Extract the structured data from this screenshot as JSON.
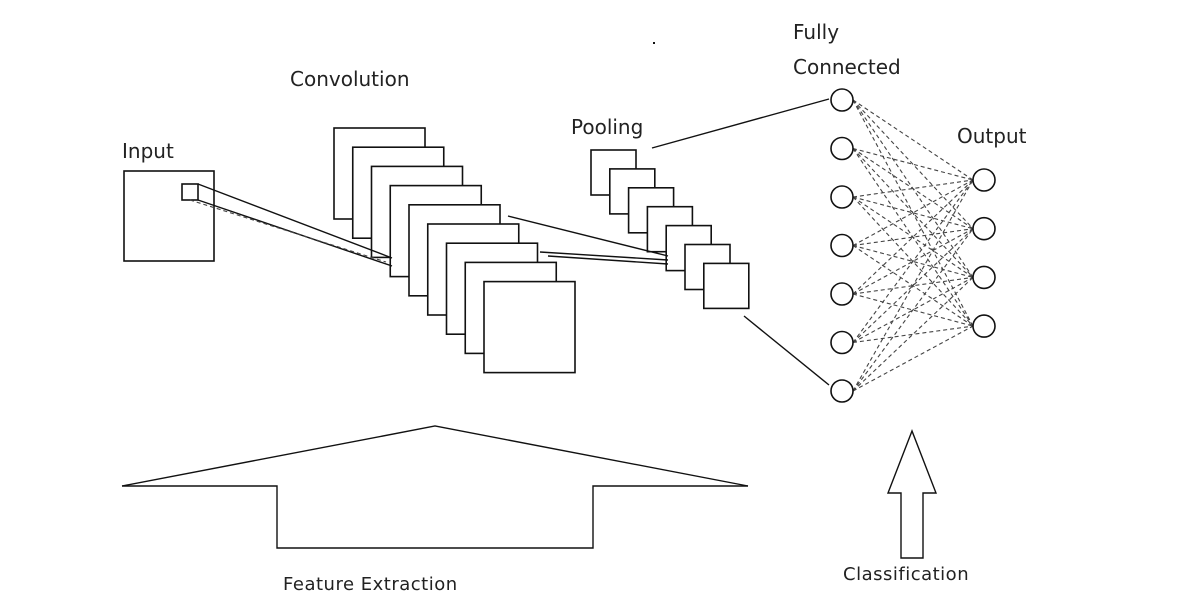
{
  "labels": {
    "input": "Input",
    "convolution": "Convolution",
    "pooling": "Pooling",
    "fully_connected_line1": "Fully",
    "fully_connected_line2": "Connected",
    "output": "Output",
    "feature_extraction": "Feature Extraction",
    "classification": "Classification"
  },
  "network": {
    "convolution_feature_maps": 9,
    "pooling_feature_maps": 7,
    "fully_connected_nodes": 7,
    "output_nodes": 4
  },
  "colors": {
    "stroke": "#111111",
    "dashed_connection": "#444444",
    "background": "#ffffff"
  }
}
